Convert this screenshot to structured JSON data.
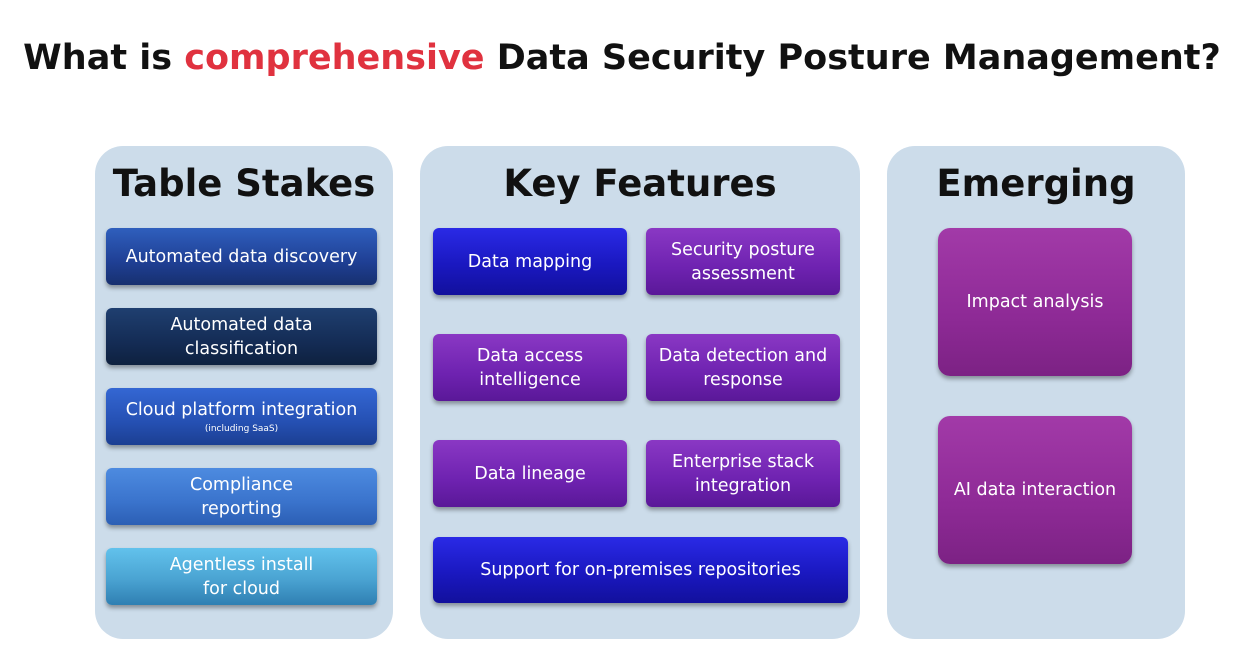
{
  "title": {
    "prefix": "What is",
    "highlight": "comprehensive",
    "suffix": "Data Security Posture Management?",
    "highlight_color": "#e0323f"
  },
  "panels": {
    "table_stakes": {
      "heading": "Table Stakes",
      "items": [
        {
          "label": "Automated data discovery",
          "sub": ""
        },
        {
          "label": "Automated data classification",
          "sub": ""
        },
        {
          "label": "Cloud platform integration",
          "sub": "(including SaaS)"
        },
        {
          "label": "Compliance reporting",
          "sub": ""
        },
        {
          "label": "Agentless install for cloud",
          "sub": ""
        }
      ]
    },
    "key_features": {
      "heading": "Key Features",
      "items": [
        {
          "label": "Data mapping"
        },
        {
          "label": "Security posture assessment"
        },
        {
          "label": "Data access intelligence"
        },
        {
          "label": "Data detection and response"
        },
        {
          "label": "Data lineage"
        },
        {
          "label": "Enterprise stack integration"
        },
        {
          "label": "Support for on-premises repositories"
        }
      ]
    },
    "emerging": {
      "heading": "Emerging",
      "items": [
        {
          "label": "Impact analysis"
        },
        {
          "label": "AI data interaction"
        }
      ]
    }
  },
  "colors": {
    "panel_background": "#ccdcea",
    "feature_blue": "#1a18c0",
    "feature_purple": "#6e22b0",
    "emerging_magenta": "#8e2a96"
  }
}
